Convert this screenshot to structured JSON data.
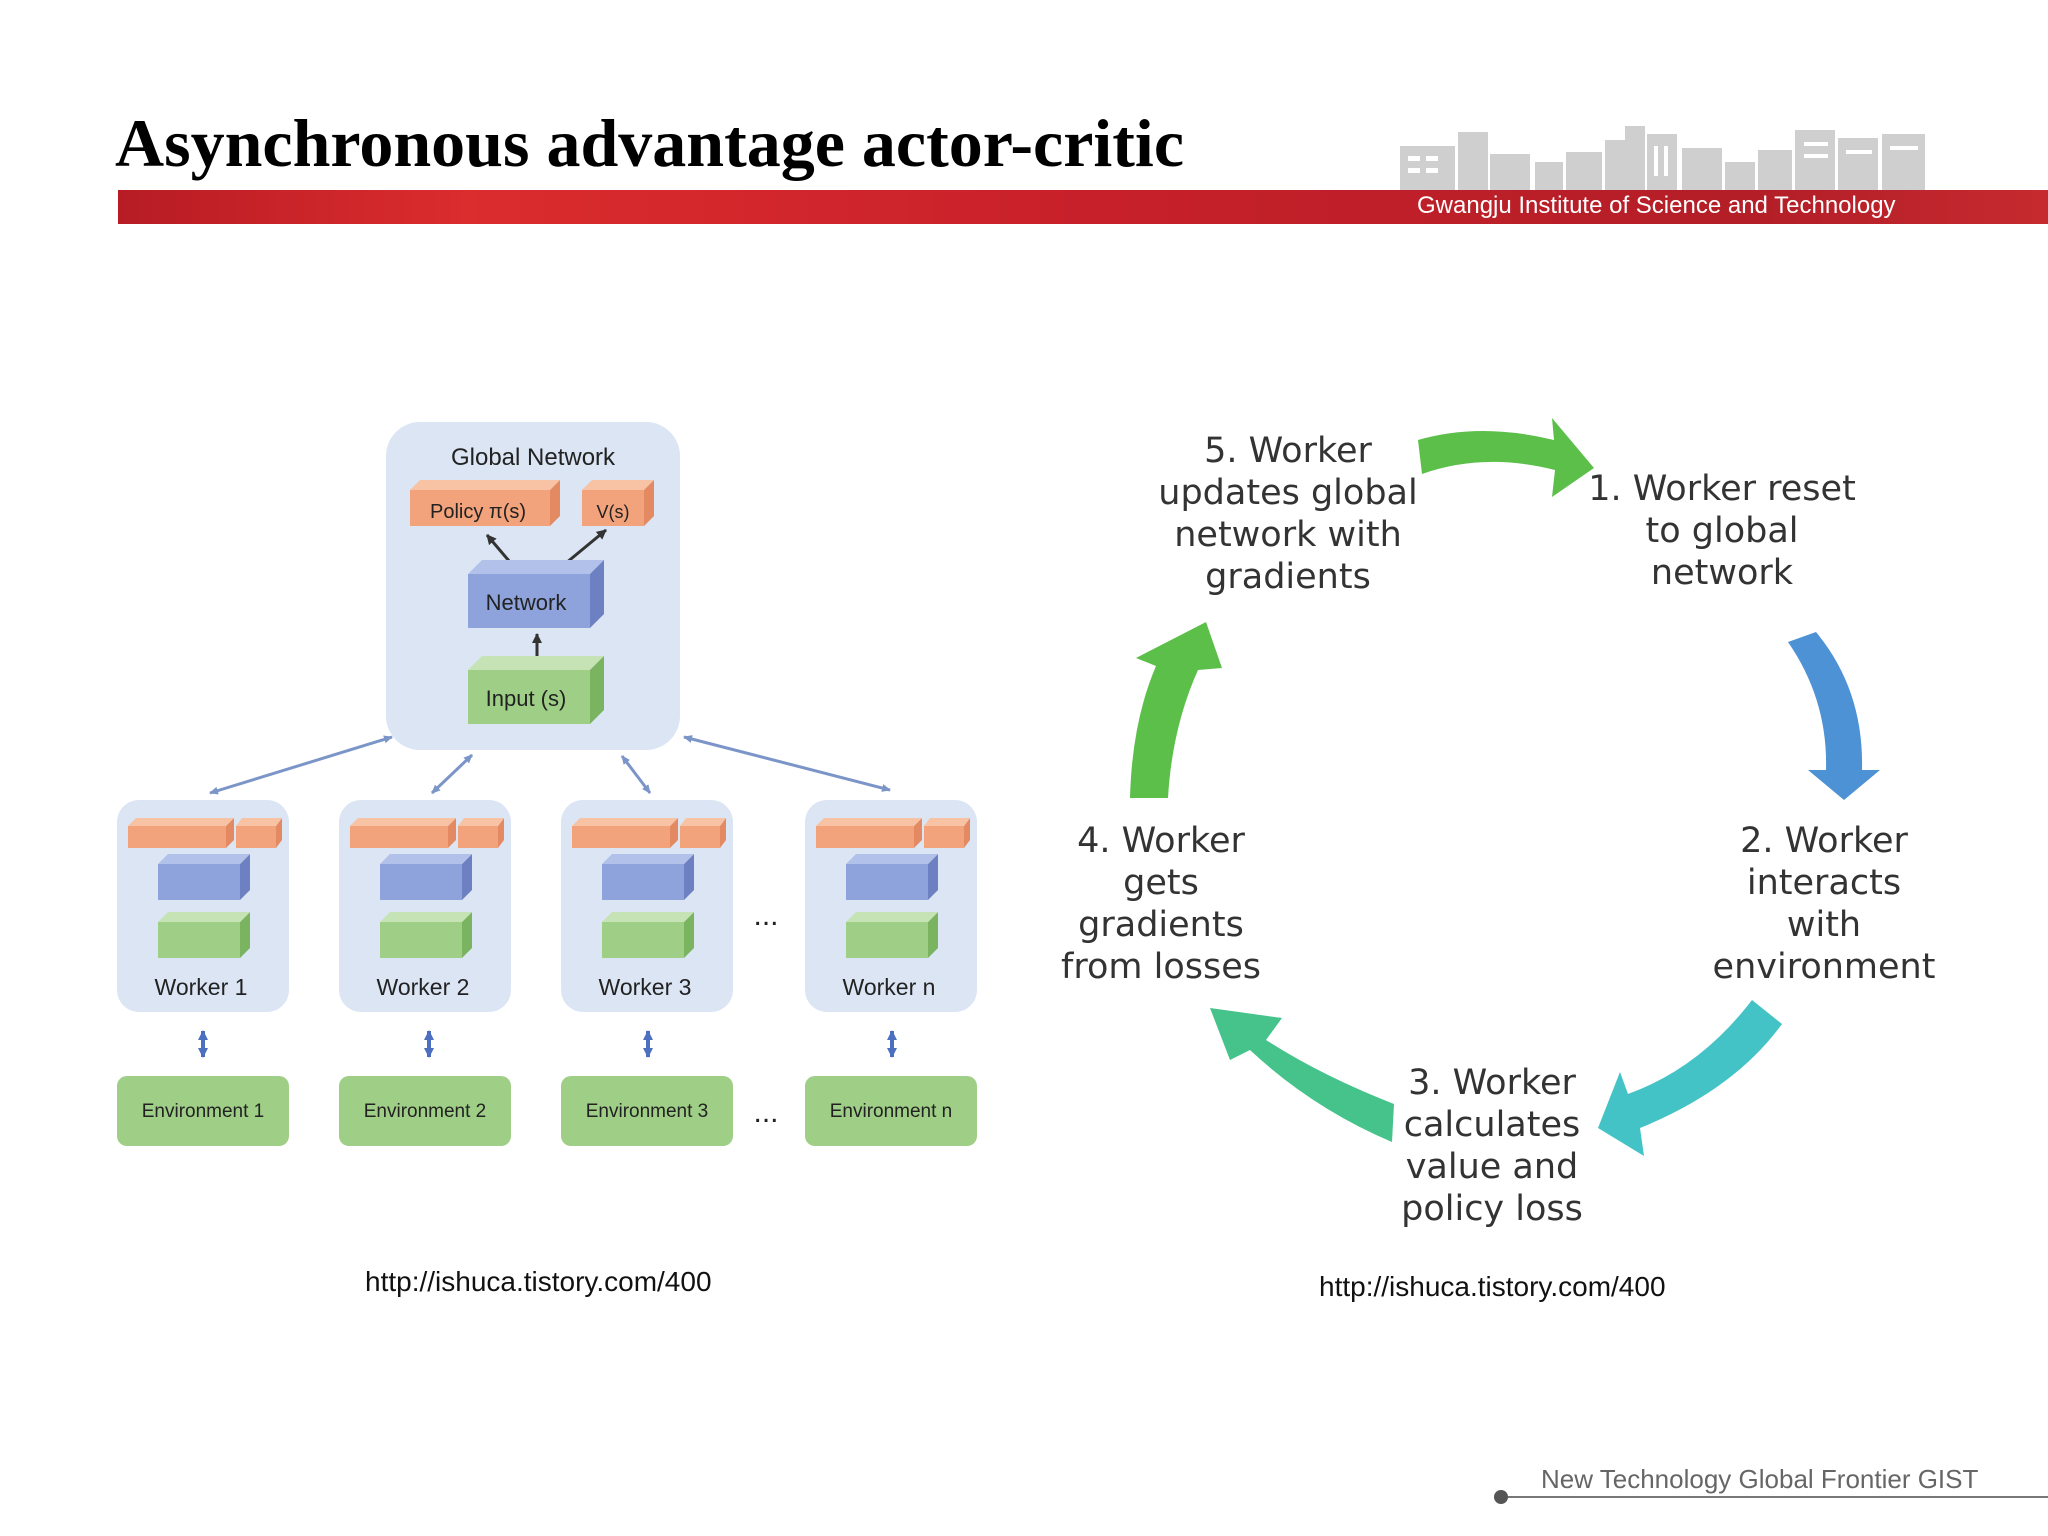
{
  "slide": {
    "title": "Asynchronous advantage actor-critic",
    "institution": "Gwangju Institute of  Science and Technology",
    "footer": "New Technology Global Frontier GIST"
  },
  "left_diagram": {
    "global_network": "Global Network",
    "policy": "Policy π(s)",
    "value": "V(s)",
    "network": "Network",
    "input": "Input (s)",
    "workers": [
      "Worker 1",
      "Worker 2",
      "Worker 3",
      "Worker n"
    ],
    "environments": [
      "Environment 1",
      "Environment 2",
      "Environment 3",
      "Environment n"
    ],
    "ellipsis": "...",
    "source": "http://ishuca.tistory.com/400"
  },
  "right_diagram": {
    "steps": [
      [
        "1. Worker reset",
        "to global",
        "network"
      ],
      [
        "2. Worker",
        "interacts",
        "with",
        "environment"
      ],
      [
        "3. Worker",
        "calculates",
        "value and",
        "policy loss"
      ],
      [
        "4. Worker",
        "gets",
        "gradients",
        "from losses"
      ],
      [
        "5. Worker",
        "updates global",
        "network with",
        "gradients"
      ]
    ],
    "source": "http://ishuca.tistory.com/400"
  },
  "colors": {
    "banner_red": "#c8202a",
    "orange_box": "#f3a37c",
    "blue_box": "#8ea3dc",
    "green_box": "#9fcf86",
    "panel": "#dbe5f4",
    "arrow_green": "#5cbf4a",
    "arrow_blue": "#4d92d4",
    "arrow_teal": "#44c3c6",
    "arrow_seagreen": "#46c38a"
  }
}
